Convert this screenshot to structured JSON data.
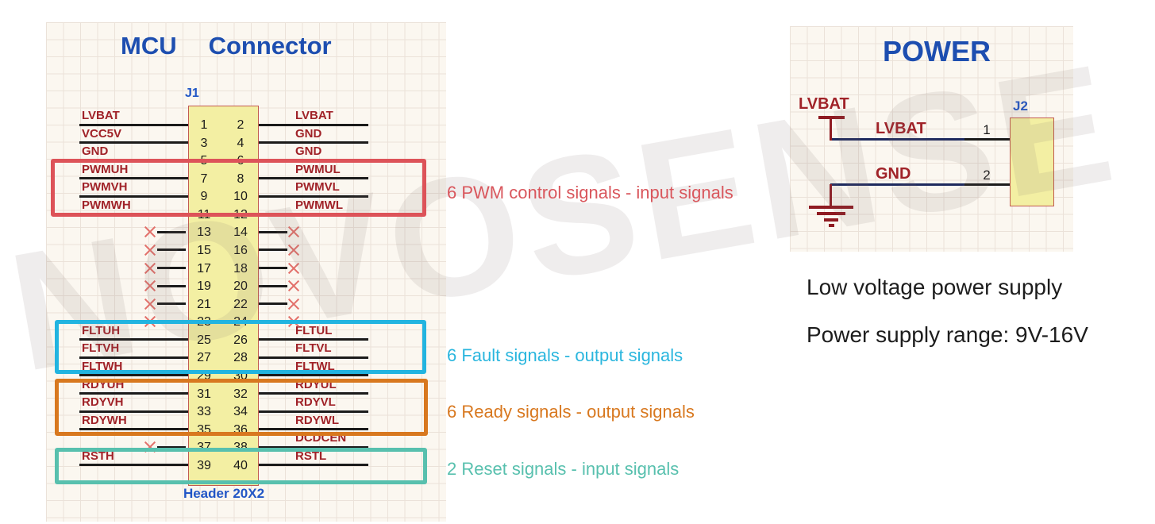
{
  "titles": {
    "mcu_part1": "MCU",
    "mcu_part2": "Connector",
    "power": "POWER"
  },
  "watermark": "NOVOSENSE",
  "connector": {
    "ref": "J1",
    "footprint": "Header 20X2",
    "rows": [
      {
        "pins": [
          "1",
          "2"
        ],
        "left": "LVBAT",
        "right": "LVBAT"
      },
      {
        "pins": [
          "3",
          "4"
        ],
        "left": "VCC5V",
        "right": "GND"
      },
      {
        "pins": [
          "5",
          "6"
        ],
        "left": "GND",
        "right": "GND"
      },
      {
        "pins": [
          "7",
          "8"
        ],
        "left": "PWMUH",
        "right": "PWMUL"
      },
      {
        "pins": [
          "9",
          "10"
        ],
        "left": "PWMVH",
        "right": "PWMVL"
      },
      {
        "pins": [
          "11",
          "12"
        ],
        "left": "PWMWH",
        "right": "PWMWL"
      },
      {
        "pins": [
          "13",
          "14"
        ],
        "left": null,
        "right": null
      },
      {
        "pins": [
          "15",
          "16"
        ],
        "left": null,
        "right": null
      },
      {
        "pins": [
          "17",
          "18"
        ],
        "left": null,
        "right": null
      },
      {
        "pins": [
          "19",
          "20"
        ],
        "left": null,
        "right": null
      },
      {
        "pins": [
          "21",
          "22"
        ],
        "left": null,
        "right": null
      },
      {
        "pins": [
          "23",
          "24"
        ],
        "left": null,
        "right": null
      },
      {
        "pins": [
          "25",
          "26"
        ],
        "left": "FLTUH",
        "right": "FLTUL"
      },
      {
        "pins": [
          "27",
          "28"
        ],
        "left": "FLTVH",
        "right": "FLTVL"
      },
      {
        "pins": [
          "29",
          "30"
        ],
        "left": "FLTWH",
        "right": "FLTWL"
      },
      {
        "pins": [
          "31",
          "32"
        ],
        "left": "RDYUH",
        "right": "RDYUL"
      },
      {
        "pins": [
          "33",
          "34"
        ],
        "left": "RDYVH",
        "right": "RDYVL"
      },
      {
        "pins": [
          "35",
          "36"
        ],
        "left": "RDYWH",
        "right": "RDYWL"
      },
      {
        "pins": [
          "37",
          "38"
        ],
        "left": null,
        "right": "DCDCEN"
      },
      {
        "pins": [
          "39",
          "40"
        ],
        "left": "RSTH",
        "right": "RSTL"
      }
    ]
  },
  "annotations": [
    {
      "id": "pwm",
      "text": "6 PWM control signals - input signals",
      "color": "#d9565c"
    },
    {
      "id": "fault",
      "text": "6 Fault signals - output signals",
      "color": "#2ab6de"
    },
    {
      "id": "ready",
      "text": "6 Ready signals - output signals",
      "color": "#d8781f"
    },
    {
      "id": "reset",
      "text": "2 Reset signals - input signals",
      "color": "#58c0ae"
    }
  ],
  "group_box_colors": {
    "pwm": "#dd5359",
    "fault": "#22b4e0",
    "ready": "#d8781f",
    "reset": "#58c0ae"
  },
  "power": {
    "title": "POWER",
    "ref": "J2",
    "flag_label": "LVBAT",
    "nets": [
      {
        "label": "LVBAT",
        "pin": "1"
      },
      {
        "label": "GND",
        "pin": "2"
      }
    ],
    "notes": [
      "Low voltage power supply",
      "Power supply range: 9V-16V"
    ]
  },
  "colors": {
    "title_blue": "#1d4eb0",
    "ref_blue": "#2156c6",
    "net_label_red": "#a02228",
    "power_symbol_red": "#8f1b22",
    "wire_black": "#1b1b1b",
    "wire_navy": "#1e2a5e",
    "connector_fill": "#f3efa3",
    "connector_border": "#c25b50",
    "grid_bg": "#fbf7f0",
    "grid_line": "#ebe2d9",
    "nc_x_red": "#e2716b"
  }
}
